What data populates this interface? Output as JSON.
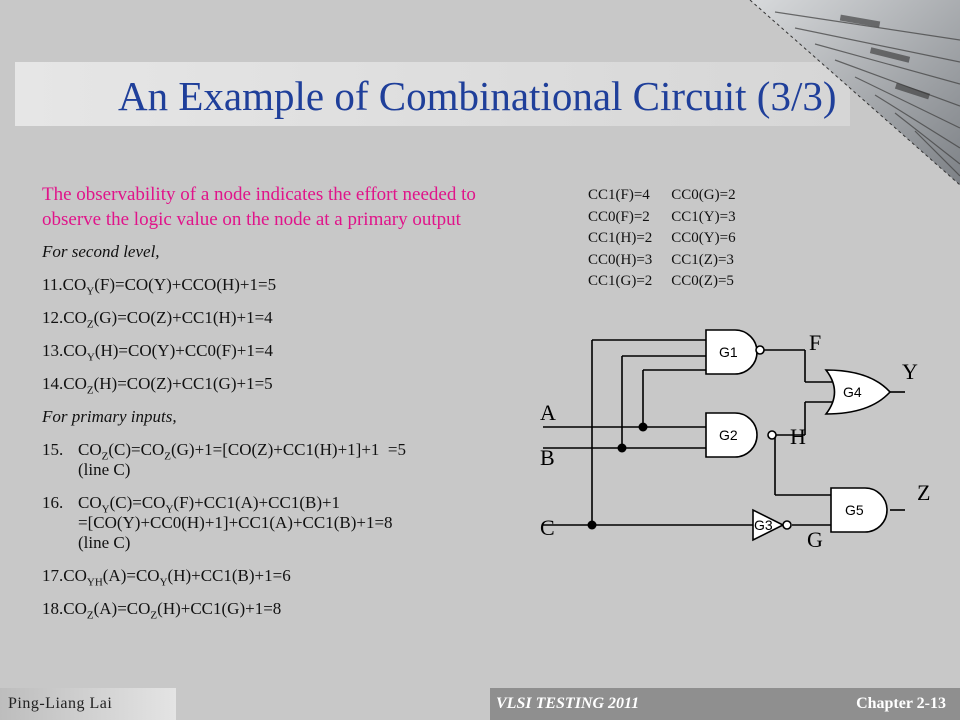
{
  "title": "An Example of Combinational Circuit (3/3)",
  "intro": "The observability of a node indicates the effort needed to observe the logic value on the node at a primary output",
  "sections": {
    "second_level": "For second level,",
    "primary_inputs": "For primary inputs,"
  },
  "items": {
    "i11": {
      "pre": "11.CO",
      "sub": "Y",
      "post": "(F)=CO(Y)+CCO(H)+1=5"
    },
    "i12": {
      "pre": "12.CO",
      "sub": "Z",
      "post": "(G)=CO(Z)+CC1(H)+1=4"
    },
    "i13": {
      "pre": "13.CO",
      "sub": "Y",
      "post": "(H)=CO(Y)+CC0(F)+1=4"
    },
    "i14": {
      "pre": "14.CO",
      "sub": "Z",
      "post": "(H)=CO(Z)+CC1(G)+1=5"
    },
    "i15": {
      "num": "15.",
      "a": "CO",
      "sub1": "Z",
      "b": "(C)=CO",
      "sub2": "Z",
      "c": "(G)+1=[CO(Z)+CC1(H)+1]+1  =5",
      "line2": "(line C)"
    },
    "i16": {
      "num": "16.",
      "a": "CO",
      "sub1": "Y",
      "b": "(C)=CO",
      "sub2": "Y",
      "c": "(F)+CC1(A)+CC1(B)+1",
      "line2": "=[CO(Y)+CC0(H)+1]+CC1(A)+CC1(B)+1=8",
      "line3": "(line C)"
    },
    "i17": {
      "pre": "17.CO",
      "sub1": "YH",
      "mid": "(A)=CO",
      "sub2": "Y",
      "post": "(H)+CC1(B)+1=6"
    },
    "i18": {
      "pre": "18.CO",
      "sub1": "Z",
      "mid": "(A)=CO",
      "sub2": "Z",
      "post": "(H)+CC1(G)+1=8"
    }
  },
  "cc": [
    [
      "CC1(F)=4",
      "CC0(G)=2"
    ],
    [
      "CC0(F)=2",
      "CC1(Y)=3"
    ],
    [
      "CC1(H)=2",
      "CC0(Y)=6"
    ],
    [
      "CC0(H)=3",
      "CC1(Z)=3"
    ],
    [
      "CC1(G)=2",
      "CC0(Z)=5"
    ]
  ],
  "circuit": {
    "gates": {
      "g1": "G1",
      "g2": "G2",
      "g3": "G3",
      "g4": "G4",
      "g5": "G5"
    },
    "signals": {
      "a": "A",
      "b": "B",
      "c": "C",
      "f": "F",
      "h": "H",
      "g": "G",
      "y": "Y",
      "z": "Z"
    }
  },
  "footer": {
    "author": "Ping-Liang Lai",
    "course": "VLSI TESTING 2011",
    "chapter": "Chapter 2-13"
  }
}
